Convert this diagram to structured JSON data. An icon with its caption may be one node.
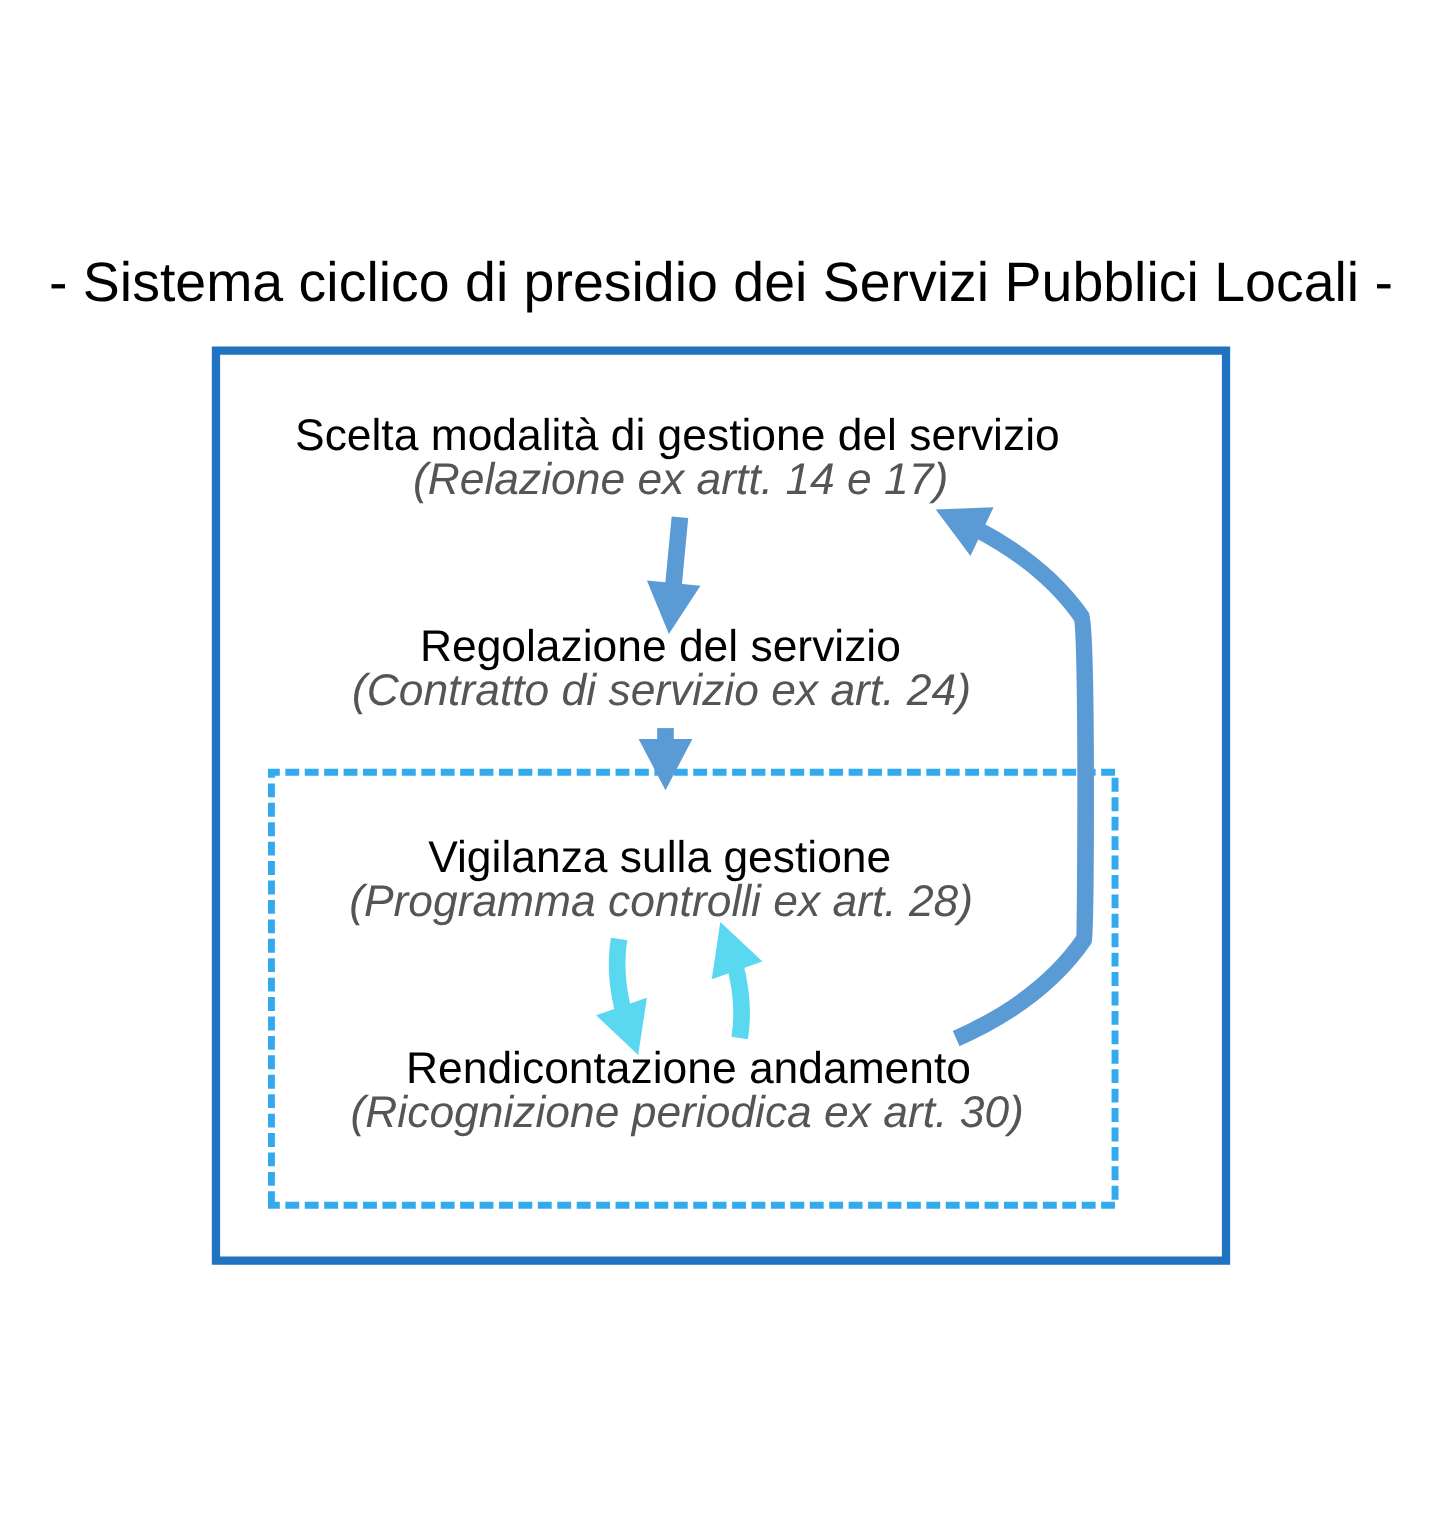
{
  "diagram": {
    "title": "- Sistema ciclico di presidio dei Servizi Pubblici Locali -",
    "nodes": [
      {
        "text": [],
        "shape": "box"
      },
      {
        "text": [
          "Scelta modalità di gestione del servizio",
          "(Relazione ex artt. 14 e 17)"
        ],
        "in": 0
      },
      {
        "text": [
          "Regolazione del servizio",
          "(Contratto di servizio ex art. 24)"
        ],
        "in": 0
      },
      {
        "text": [],
        "shape": "box",
        "in": 0
      },
      {
        "text": [
          "Vigilanza sulla gestione",
          "(Programma controlli ex art. 28)"
        ],
        "in": 3
      },
      {
        "text": [
          "Rendicontazione andamento",
          "(Ricognizione periodica ex art. 30)"
        ],
        "in": 3
      }
    ],
    "edges": [
      {
        "from": 1,
        "to": 2,
        "arrow": "to"
      },
      {
        "from": 2,
        "to": 3,
        "arrow": "to"
      },
      {
        "from": 4,
        "to": 5,
        "arrow": "to",
        "color": "#5ad8f0"
      },
      {
        "from": 5,
        "to": 4,
        "arrow": "to",
        "color": "#5ad8f0"
      },
      {
        "from": 5,
        "to": 1,
        "arrow": "to"
      }
    ]
  }
}
